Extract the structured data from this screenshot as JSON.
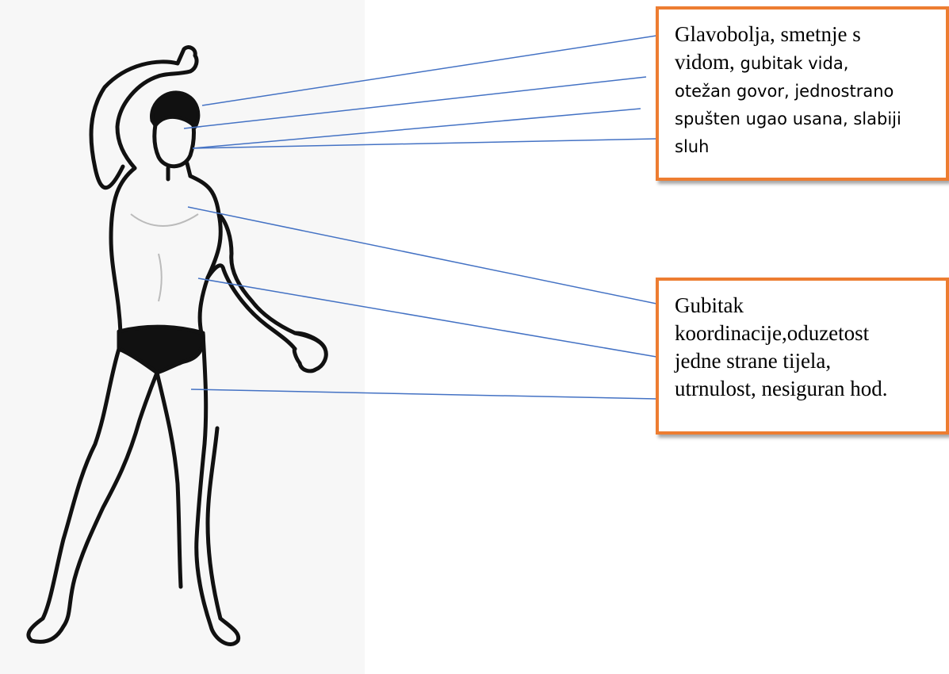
{
  "callouts": {
    "top": {
      "line_1": "Glavobolja, smetnje s",
      "line_2_serif": "vidom, ",
      "line_2_sans": "gubitak vida,",
      "line_3": "otežan govor, jednostrano",
      "line_4": "spušten ugao usana, slabiji",
      "line_5": "sluh"
    },
    "bottom": {
      "line_1": "Gubitak",
      "line_2": "koordinacije,oduzetost",
      "line_3": "jedne strane tijela,",
      "line_4": "utrnulost, nesiguran hod."
    }
  },
  "colors": {
    "box_border": "#ed7d31",
    "leader_line": "#4472c4",
    "outline": "#111111"
  }
}
